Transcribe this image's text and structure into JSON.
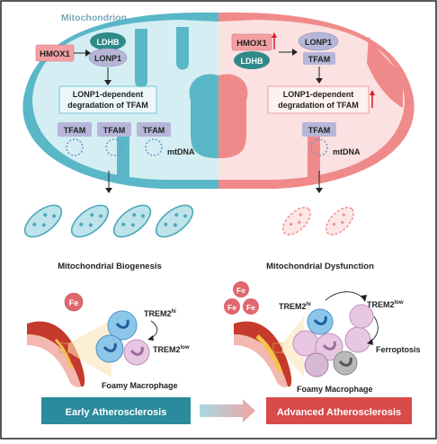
{
  "title": "Mitochondrion",
  "left": {
    "hmox1": "HMOX1",
    "ldhb": "LDHB",
    "lonp1": "LONP1",
    "degradation_line1": "LONP1-dependent",
    "degradation_line2": "degradation of TFAM",
    "tfam_labels": [
      "TFAM",
      "TFAM",
      "TFAM"
    ],
    "mtdna": "mtDNA",
    "outcome": "Mitochondrial Biogenesis",
    "fe": "Fe",
    "trem2_hi": "TREM2",
    "trem2_hi_sup": "hi",
    "trem2_low": "TREM2",
    "trem2_low_sup": "low",
    "cell_label": "Foamy Macrophage",
    "stage": "Early Atherosclerosis"
  },
  "right": {
    "hmox1": "HMOX1",
    "ldhb": "LDHB",
    "lonp1": "LONP1",
    "tfam_top": "TFAM",
    "degradation_line1": "LONP1-dependent",
    "degradation_line2": "degradation of TFAM",
    "tfam_bottom": "TFAM",
    "mtdna": "mtDNA",
    "outcome": "Mitochondrial Dysfunction",
    "fe_labels": [
      "Fe",
      "Fe",
      "Fe"
    ],
    "trem2_hi": "TREM2",
    "trem2_hi_sup": "hi",
    "trem2_low": "TREM2",
    "trem2_low_sup": "low",
    "ferroptosis": "Ferroptosis",
    "cell_label": "Foamy Macrophage",
    "stage": "Advanced Atherosclerosis"
  },
  "colors": {
    "left_membrane": "#5ab7c7",
    "left_fill": "#d5eef3",
    "right_membrane": "#f08a8a",
    "right_fill": "#fbe1e1",
    "ldhb": "#2f8a8a",
    "lonp1": "#b7b6d9",
    "hmox1": "#f2a0a3",
    "tfam": "#b7b6d9",
    "up_arrow": "#d81e28",
    "early_banner": "#2b8a9c",
    "advanced_banner": "#d94a4a"
  }
}
